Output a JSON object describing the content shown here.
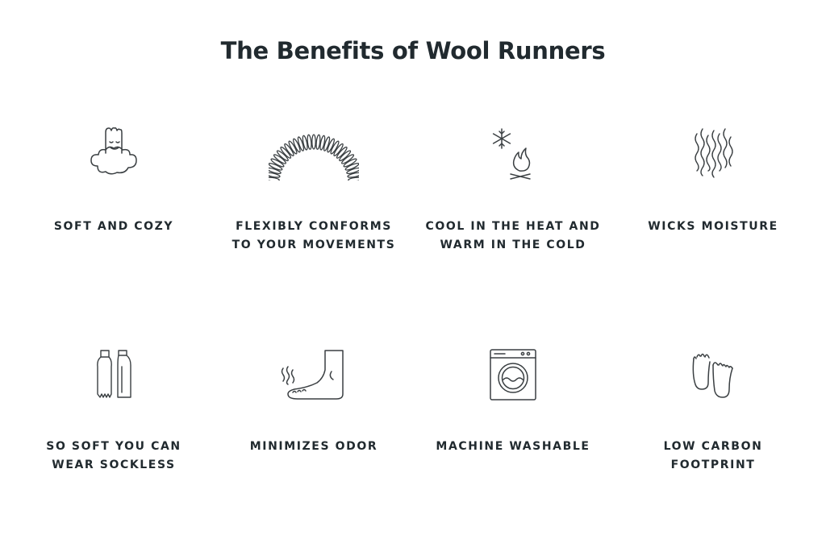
{
  "page": {
    "title": "The Benefits of Wool Runners"
  },
  "benefits": [
    {
      "label": "SOFT AND COZY",
      "icon": "cozy-foot-cloud-icon"
    },
    {
      "label": "FLEXIBLY CONFORMS TO YOUR MOVEMENTS",
      "icon": "spring-coil-icon"
    },
    {
      "label": "COOL IN THE HEAT AND WARM IN THE COLD",
      "icon": "snowflake-fire-icon"
    },
    {
      "label": "WICKS MOISTURE",
      "icon": "wavy-lines-icon"
    },
    {
      "label": "SO SOFT YOU CAN WEAR SOCKLESS",
      "icon": "bare-feet-legs-icon"
    },
    {
      "label": "MINIMIZES ODOR",
      "icon": "foot-odor-icon"
    },
    {
      "label": "MACHINE WASHABLE",
      "icon": "washing-machine-icon"
    },
    {
      "label": "LOW CARBON FOOTPRINT",
      "icon": "footprints-icon"
    }
  ]
}
